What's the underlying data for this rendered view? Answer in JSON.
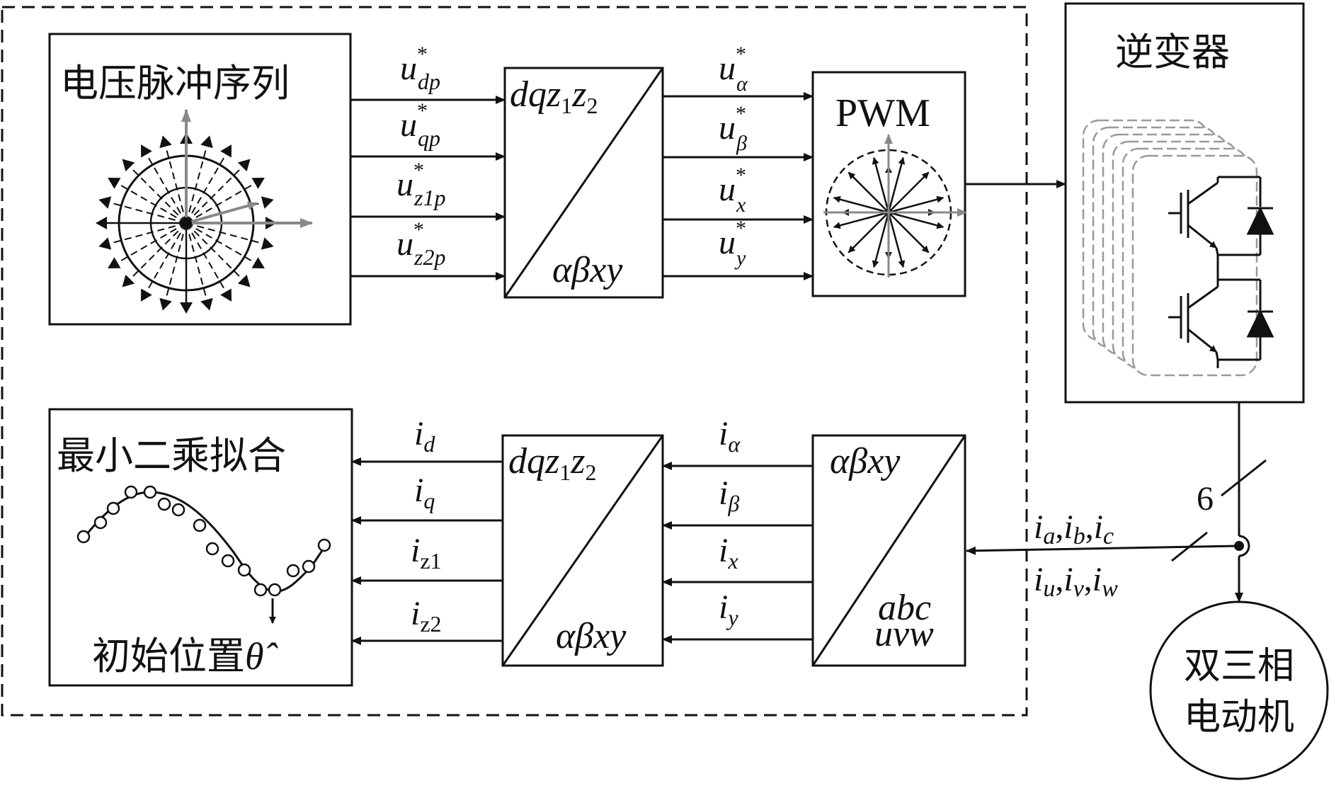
{
  "top_left_block": {
    "title": "电压脉冲序列"
  },
  "top_signals": [
    "u",
    "u",
    "u",
    "u"
  ],
  "top_signal_subs": [
    "dp",
    "qp",
    "z1p",
    "z2p"
  ],
  "transform_top": {
    "upper": "dqz",
    "upper_sub1": "1",
    "upper_mid": "z",
    "upper_sub2": "2",
    "lower": "αβxy"
  },
  "mid_signals": [
    "u",
    "u",
    "u",
    "u"
  ],
  "mid_signal_subs": [
    "α",
    "β",
    "x",
    "y"
  ],
  "pwm_block": {
    "title": "PWM"
  },
  "inverter": {
    "title": "逆变器"
  },
  "bus_count": "6",
  "phase_currents_line1": [
    "a",
    "b",
    "c"
  ],
  "phase_currents_line2": [
    "u",
    "v",
    "w"
  ],
  "motor": {
    "line1": "双三相",
    "line2": "电动机"
  },
  "transform_right": {
    "upper": "αβxy",
    "lower1": "abc",
    "lower2": "uvw"
  },
  "right_currents_subs": [
    "α",
    "β",
    "x",
    "y"
  ],
  "transform_bottom": {
    "upper": "dqz",
    "upper_sub1": "1",
    "upper_mid": "z",
    "upper_sub2": "2",
    "lower": "αβxy"
  },
  "bottom_currents_subs": [
    "d",
    "q",
    "z1",
    "z2"
  ],
  "fit_block": {
    "title": "最小二乘拟合",
    "result": "初始位置",
    "symbol": "θ̂"
  }
}
